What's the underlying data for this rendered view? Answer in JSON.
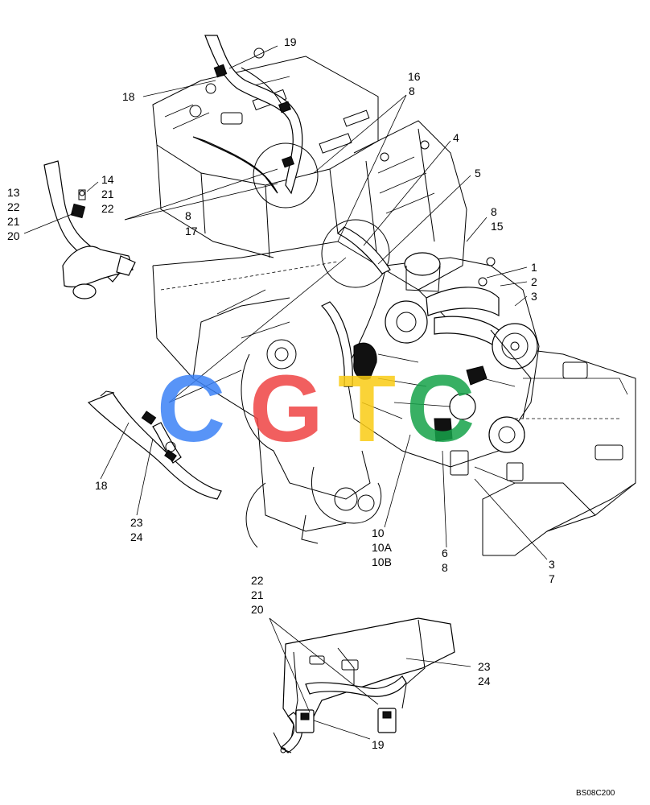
{
  "drawing_code": "BS08C200",
  "watermark": {
    "letters": [
      "C",
      "G",
      "T",
      "C"
    ],
    "colors": [
      "#3b82f6",
      "#ef4444",
      "#facc15",
      "#16a34a"
    ]
  },
  "callouts": {
    "c19_top": "19",
    "c18_top": "18",
    "c16": "16",
    "c8_a": "8",
    "c4": "4",
    "c5": "5",
    "c8_b": "8",
    "c15": "15",
    "c1": "1",
    "c2": "2",
    "c3_a": "3",
    "c14": "14",
    "c21_a": "21",
    "c22_a": "22",
    "c13": "13",
    "c22_b": "22",
    "c21_b": "21",
    "c20_a": "20",
    "c8_c": "8",
    "c17": "17",
    "c18_mid": "18",
    "c23_a": "23",
    "c24_a": "24",
    "c10": "10",
    "c10A": "10A",
    "c10B": "10B",
    "c6": "6",
    "c8_d": "8",
    "c3_b": "3",
    "c7": "7",
    "c22_c": "22",
    "c21_c": "21",
    "c20_b": "20",
    "c23_b": "23",
    "c24_b": "24",
    "c19_bottom": "19"
  }
}
